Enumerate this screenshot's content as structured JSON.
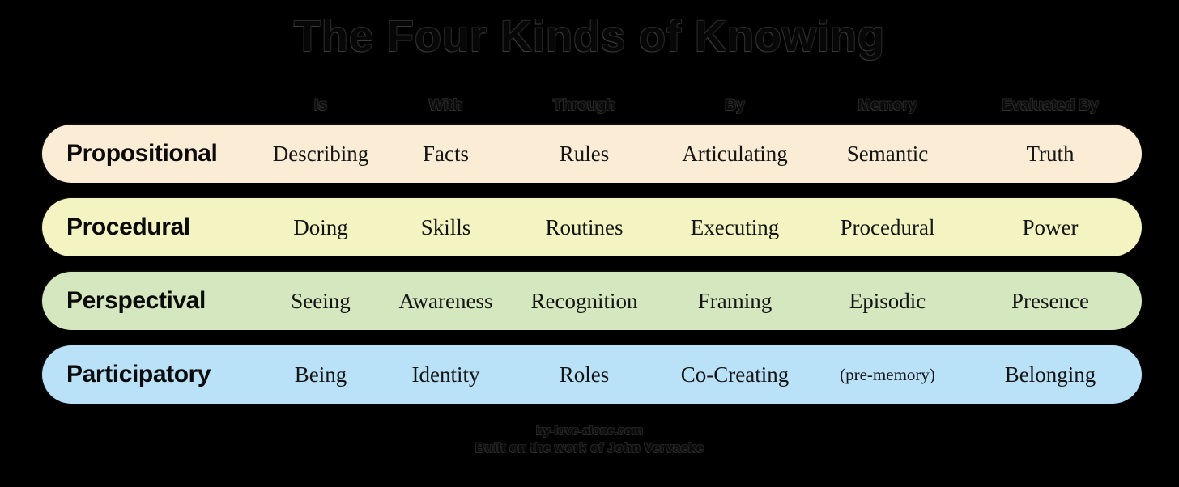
{
  "title": "The Four Kinds of Knowing",
  "table": {
    "row_label_header": "",
    "headers": [
      "Is",
      "With",
      "Through",
      "By",
      "Memory",
      "Evaluated By"
    ],
    "rows": [
      {
        "label": "Propositional",
        "color": "#FBEDD5",
        "cells": [
          "Describing",
          "Facts",
          "Rules",
          "Articulating",
          "Semantic",
          "Truth"
        ]
      },
      {
        "label": "Procedural",
        "color": "#F3F4C1",
        "cells": [
          "Doing",
          "Skills",
          "Routines",
          "Executing",
          "Procedural",
          "Power"
        ]
      },
      {
        "label": "Perspectival",
        "color": "#D5E7BF",
        "cells": [
          "Seeing",
          "Awareness",
          "Recognition",
          "Framing",
          "Episodic",
          "Presence"
        ]
      },
      {
        "label": "Participatory",
        "color": "#B9E1F8",
        "cells": [
          "Being",
          "Identity",
          "Roles",
          "Co-Creating",
          "(pre-memory)",
          "Belonging"
        ]
      }
    ]
  },
  "footer": {
    "line1": "by-love-alone.com",
    "line2": "Built on the work of John Vervaeke"
  },
  "background_color": "#000000"
}
